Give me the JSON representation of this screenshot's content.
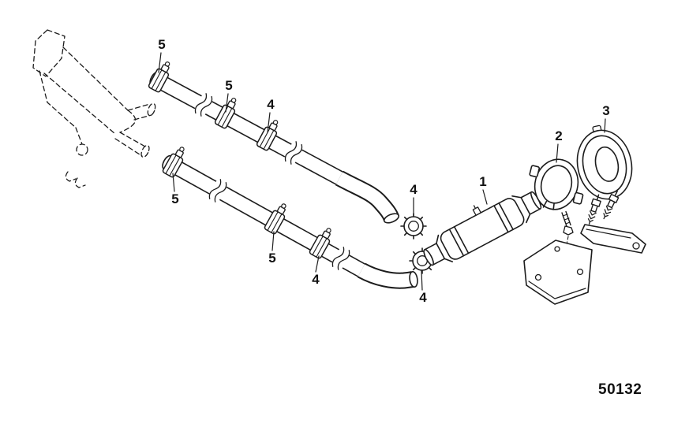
{
  "diagram": {
    "drawing_number": "50132",
    "colors": {
      "line": "#1c1c1c",
      "background": "#ffffff"
    },
    "callouts": [
      {
        "label": "5"
      },
      {
        "label": "5"
      },
      {
        "label": "4"
      },
      {
        "label": "5"
      },
      {
        "label": "5"
      },
      {
        "label": "4"
      },
      {
        "label": "4"
      },
      {
        "label": "4"
      },
      {
        "label": "1"
      },
      {
        "label": "2"
      },
      {
        "label": "3"
      }
    ]
  }
}
